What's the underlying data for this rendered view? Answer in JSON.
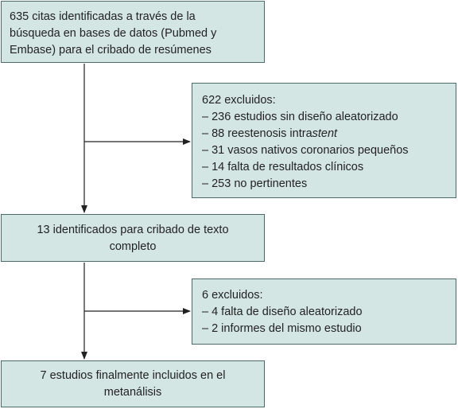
{
  "colors": {
    "box_fill": "#d4e6e4",
    "box_border": "#4a6b68",
    "connector": "#222222",
    "text": "#222222"
  },
  "boxes": {
    "search": {
      "lines": [
        "635 citas identificadas a través de la",
        "búsqueda en bases de datos (Pubmed y",
        "Embase) para el cribado de resúmenes"
      ]
    },
    "excluded_1": {
      "title": "622 excluidos:",
      "items": [
        "– 236 estudios sin diseño aleatorizado",
        "– 88 reestenosis intra",
        "– 31 vasos nativos coronarios pequeños",
        "– 14 falta de resultados clínicos",
        "– 253 no pertinentes"
      ],
      "italic_suffix": "stent"
    },
    "full_text": {
      "lines": [
        "13 identificados para cribado de texto",
        "completo"
      ]
    },
    "excluded_2": {
      "title": "6 excluidos:",
      "items": [
        "– 4 falta de diseño aleatorizado",
        "– 2 informes del mismo estudio"
      ]
    },
    "final": {
      "lines": [
        "7 estudios finalmente incluidos en el",
        "metanálisis"
      ]
    }
  }
}
